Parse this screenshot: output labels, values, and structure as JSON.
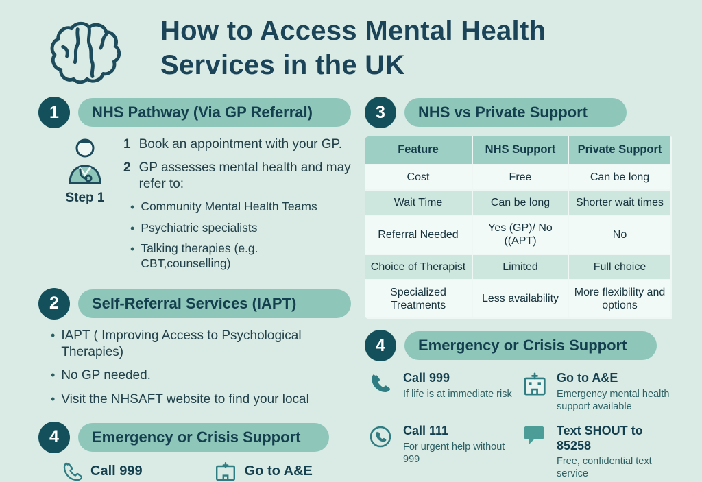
{
  "title": {
    "line1": "How to Access Mental Health",
    "line2": "Services in the UK"
  },
  "colors": {
    "background": "#d9ebe4",
    "dark_teal": "#14505b",
    "pill_teal": "#8fc6ba",
    "table_header": "#9dcfc5",
    "row_tint": "#cde6de",
    "icon_teal": "#2f7d82",
    "text_dark": "#1b4458"
  },
  "sections": {
    "nhs_pathway": {
      "number": "1",
      "title": "NHS Pathway (Via GP Referral)",
      "step_label": "Step 1",
      "steps": [
        {
          "num": "1",
          "text": "Book an appointment with your GP."
        },
        {
          "num": "2",
          "text": "GP assesses mental health and may refer to:"
        }
      ],
      "bullets": [
        "Community Mental Health Teams",
        "Psychiatric specialists",
        "Talking therapies (e.g. CBT,counselling)"
      ]
    },
    "self_referral": {
      "number": "2",
      "title": "Self-Referral Services (IAPT)",
      "bullets": [
        "IAPT ( Improving Access to Psychological Therapies)",
        "No GP needed.",
        "Visit the NHSAFT website to find your local"
      ]
    },
    "comparison": {
      "number": "3",
      "title": "NHS vs Private Support",
      "table": {
        "headers": [
          "Feature",
          "NHS Support",
          "Private Support"
        ],
        "rows": [
          [
            "Cost",
            "Free",
            "Can be long"
          ],
          [
            "Wait Time",
            "Can be long",
            "Shorter wait times"
          ],
          [
            "Referral Needed",
            "Yes (GP)/ No ((APT)",
            "No"
          ],
          [
            "Choice of Therapist",
            "Limited",
            "Full choice"
          ],
          [
            "Specialized Treatments",
            "Less availability",
            "More flexibility and options"
          ]
        ]
      }
    },
    "emergency_left": {
      "number": "4",
      "title": "Emergency or Crisis Support",
      "items": [
        {
          "label": "Call 999"
        },
        {
          "label": "Go to A&E"
        }
      ]
    },
    "emergency_right": {
      "number": "4",
      "title": "Emergency or Crisis Support",
      "items": [
        {
          "label": "Call 999",
          "desc": "If life is at immediate risk"
        },
        {
          "label": "Go to A&E",
          "desc": "Emergency mental health support available"
        },
        {
          "label": "Call 111",
          "desc": "For urgent help without 999"
        },
        {
          "label": "Text SHOUT to 85258",
          "desc": "Free, confidential text service"
        }
      ]
    }
  }
}
